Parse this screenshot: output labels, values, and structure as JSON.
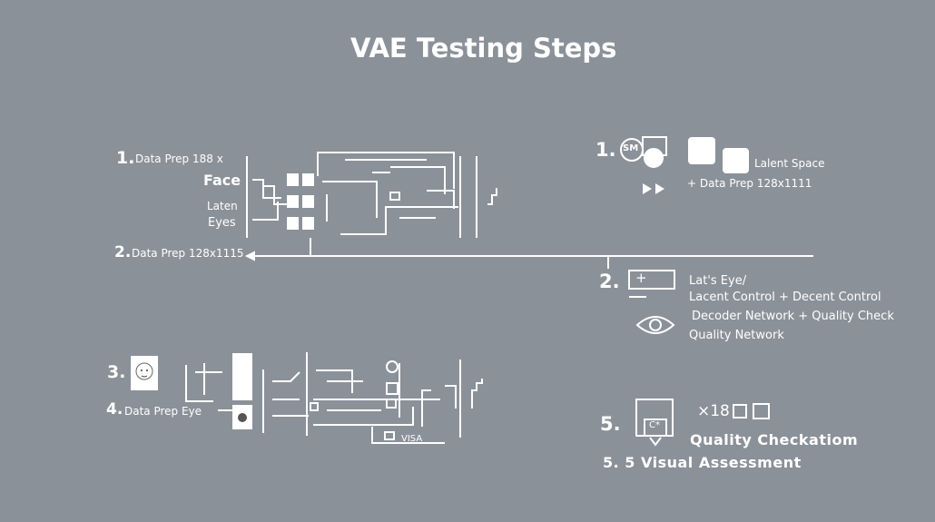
{
  "title": "VAE Testing Steps",
  "left": {
    "step1": {
      "num": "1.",
      "label": "Data Prep 188 x"
    },
    "face": "Face",
    "laten": "Laten",
    "eyes": "Eyes",
    "step2": {
      "num": "2.",
      "label": "Data Prep 128x1115"
    },
    "step3": {
      "num": "3."
    },
    "step4": {
      "num": "4.",
      "label": "Data Prep",
      "label2": "Eye"
    },
    "visa": "VISA"
  },
  "right": {
    "step1": {
      "num": "1.",
      "icon_text": "SM",
      "label": "Lalent Space",
      "sub": "+ Data Prep 128x1111"
    },
    "step2": {
      "num": "2.",
      "lines": [
        "Lat's Eye/",
        "Lacent Control + Decent Control",
        "Decoder Network + Quality Check",
        "Quality Network"
      ]
    },
    "step5": {
      "num": "5.",
      "count": "×18",
      "label": "Quality Checkatiom",
      "sub": "5. 5 Visual Assessment",
      "icon_text": "C*"
    }
  }
}
